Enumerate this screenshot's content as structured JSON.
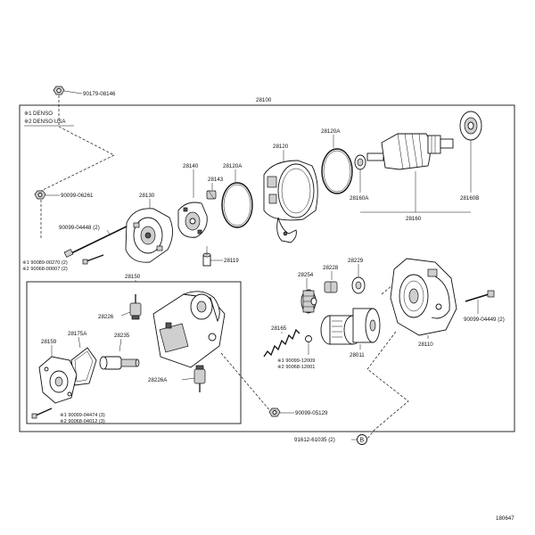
{
  "ref_numbers": {
    "main_assembly": "28100",
    "diagram_code": "180647"
  },
  "notes": [
    {
      "mark": "※1",
      "text": "DENSO"
    },
    {
      "mark": "※2",
      "text": "DENSO USA"
    }
  ],
  "parts": {
    "p90179_08146": "90179-08146",
    "p90099_06261": "90099-06261",
    "p28130": "28130",
    "p28140": "28140",
    "p28143": "28143",
    "p28120A_left": "28120A",
    "p28120": "28120",
    "p28120A_right": "28120A",
    "p28160A": "28160A",
    "p28160": "28160",
    "p28160B": "28160B",
    "p90099_04448": "90099-04448 (2)",
    "p190089_00270": "※1 90089-00270 (2)",
    "p290068_00007": "※2 90068-00007 (2)",
    "p28119": "28119",
    "p28150": "28150",
    "p28226": "28226",
    "p28175A": "28175A",
    "p28235": "28235",
    "p28159": "28159",
    "p28226A": "28226A",
    "p190099_04474": "※1 90099-04474 (3)",
    "p290068_04012": "※2 90068-04012 (3)",
    "p28254": "28254",
    "p28228": "28228",
    "p28229": "28229",
    "p28165": "28165",
    "p190099_12009": "※1 90099-12009",
    "p290068_12001": "※2 90068-12001",
    "p28011": "28011",
    "p28110": "28110",
    "p90099_04449": "90099-04449 (2)",
    "p90099_05129": "90099-05129",
    "p91612_61035": "91612-61035 (2)",
    "p_b_marker": "B"
  }
}
